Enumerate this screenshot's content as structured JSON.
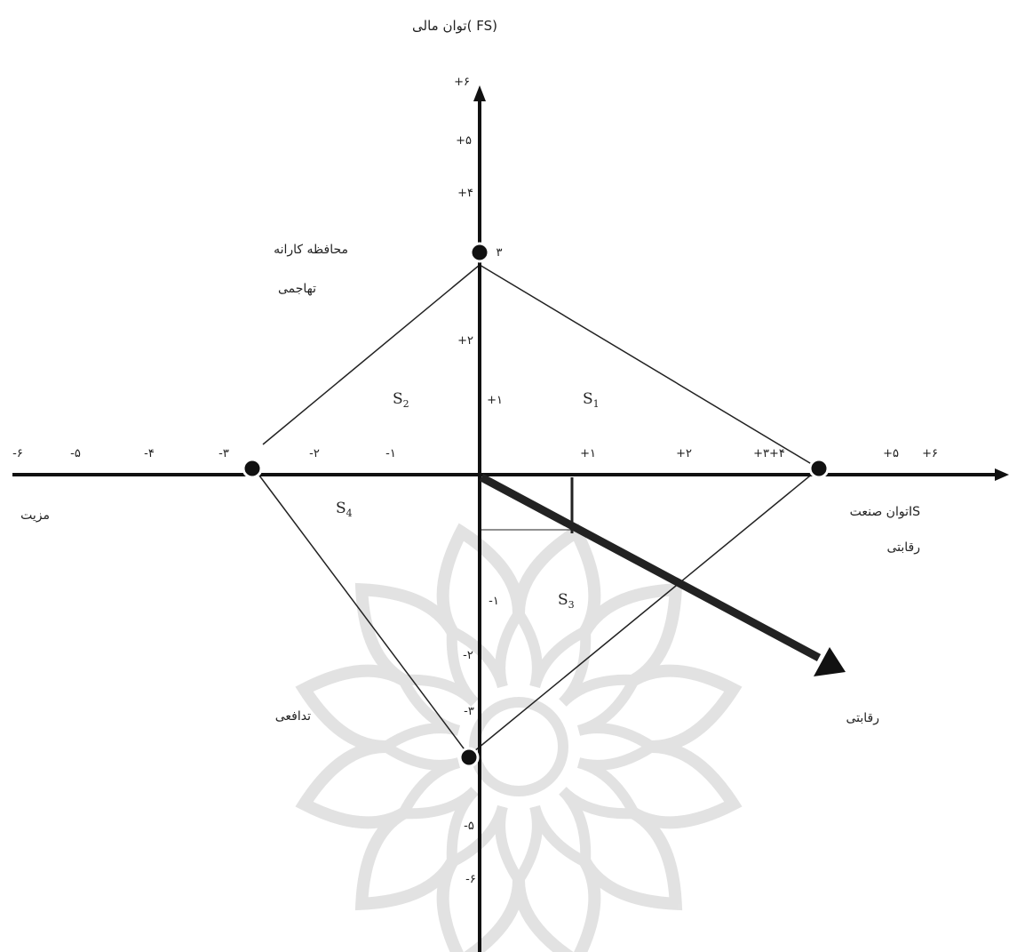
{
  "axes": {
    "y_title": "توان مالی( FS)",
    "x_right_label_1": "توان صنعتIS",
    "x_right_label_2": "رقابتی",
    "x_left_label": "مزیت",
    "y_ticks_positive": [
      "+۶",
      "+۵",
      "+۴",
      "+۲",
      "+۱"
    ],
    "y_ticks_negative": [
      "-۱",
      "-۲",
      "-۳",
      "-۵",
      "-۶"
    ],
    "x_ticks_negative": [
      "-۶",
      "-۵",
      "-۴",
      "-۳",
      "-۲",
      "-۱"
    ],
    "x_ticks_positive": [
      "+۱",
      "+۲",
      "+۳+۴",
      "+۵",
      "+۶"
    ]
  },
  "points": {
    "top": "۳"
  },
  "zones": {
    "conservative_line1": "محافظه کارانه",
    "aggressive": "تهاجمی",
    "defensive": "تدافعی",
    "competitive": "رقابتی"
  },
  "regions": {
    "s1": "S",
    "s1_sub": "1",
    "s2": "S",
    "s2_sub": "2",
    "s3": "S",
    "s3_sub": "3",
    "s4": "S",
    "s4_sub": "4"
  },
  "colors": {
    "line": "#111111",
    "watermark": "#d9d9d9",
    "arrow": "#222222"
  }
}
